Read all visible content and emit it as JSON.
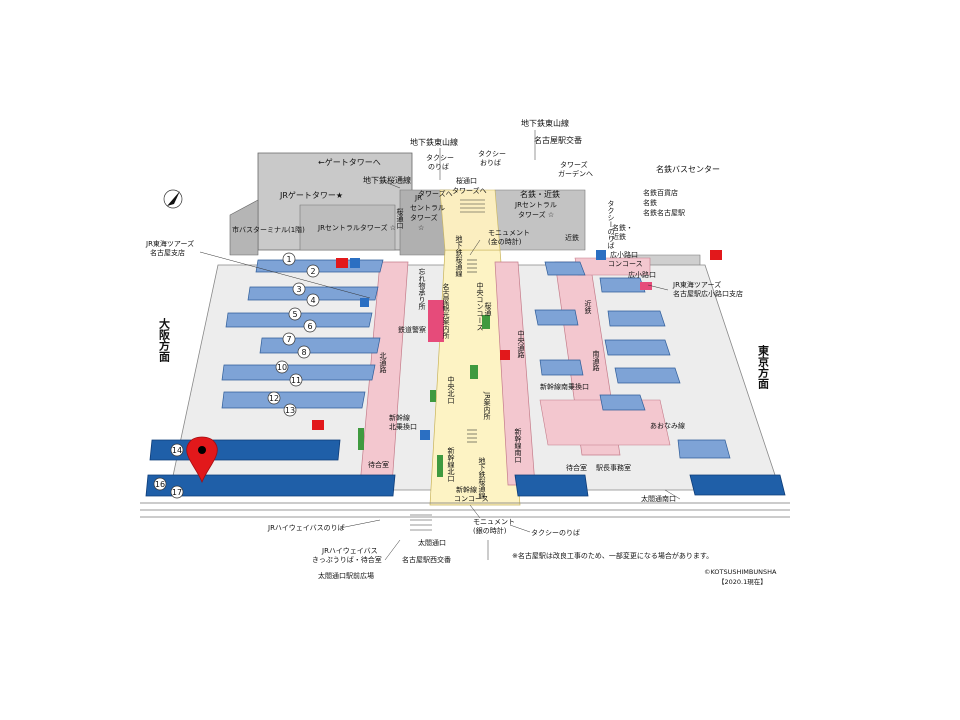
{
  "directions": {
    "west": "大阪方面",
    "east": "東京方面"
  },
  "platforms": [
    "1",
    "2",
    "3",
    "4",
    "5",
    "6",
    "7",
    "8",
    "10",
    "11",
    "12",
    "13",
    "14",
    "16",
    "17"
  ],
  "labels": {
    "gate_tower_arrow": "←ゲートタワーへ",
    "jr_gate_tower": "JRゲートタワー★",
    "bus_terminal": "市バスターミナル(1階)",
    "jr_central_towers_left": "JRセントラルタワーズ ☆",
    "jr_central_towers_mid_1": "JR",
    "jr_central_towers_mid_2": "セントラル",
    "jr_central_towers_mid_3": "タワーズ",
    "jr_central_towers_mid_4": "☆",
    "jr_central_towers_right_1": "JRセントラル",
    "jr_central_towers_right_2": "タワーズ ☆",
    "subway_higashiyama_left": "地下鉄東山線",
    "subway_higashiyama_right": "地下鉄東山線",
    "taxi_stand_top_1": "タクシー",
    "taxi_stand_top_2": "のりば",
    "taxi_dropoff_1": "タクシー",
    "taxi_dropoff_2": "おりば",
    "police_box_top": "名古屋駅交番",
    "towers_garden_1": "タワーズ",
    "towers_garden_2": "ガーデンへ",
    "subway_sakuradori_top": "地下鉄桜通線",
    "sakuradori_exit_1": "桜通口",
    "sakuradori_exit_2": "タワーズへ",
    "towers_small": "タワーズへ",
    "meitetsu_kintetsu_top": "名鉄・近鉄",
    "monument_gold_1": "モニュメント",
    "monument_gold_2": "(金の時計)",
    "taxi_stand_right_1": "タクシーのりば",
    "meitetsu_bus_center": "名鉄バスセンター",
    "meitetsu_dept_1": "名鉄百貨店",
    "meitetsu_dept_2": "名鉄",
    "meitetsu_dept_3": "名鉄名古屋駅",
    "meitetsu_kintetsu_mid_1": "名鉄・",
    "meitetsu_kintetsu_mid_2": "近鉄",
    "kintetsu": "近鉄",
    "hirokoji_concourse_1": "広小路口",
    "hirokoji_concourse_2": "コンコース",
    "hirokoji_exit": "広小路口",
    "jr_tours_hirokoji_1": "JR東海ツアーズ",
    "jr_tours_hirokoji_2": "名古屋駅広小路口支店",
    "jr_tours_nagoya_1": "JR東海ツアーズ",
    "jr_tours_nagoya_2": "名古屋支店",
    "sakuradori_1": "桜通口",
    "subway_sakuradori_mid": "地下鉄桜通線",
    "lost_items": "忘れ物承り所",
    "tourist_info": "名古屋観光案内所",
    "central_concourse": "中央コンコース",
    "sakura_passage": "桜通",
    "railway_police": "鉄道警察",
    "north_passage": "北通路",
    "central_north_exit": "中央北口",
    "jr_info": "JR案内所",
    "central_passage": "中央通路",
    "kintetsu_right": "近鉄",
    "south_passage": "南通路",
    "shinkansen_south_transfer": "新幹線南乗換口",
    "shinkansen_north_transfer_1": "新幹線",
    "shinkansen_north_transfer_2": "北乗換口",
    "shinkansen_north_exit": "新幹線北口",
    "subway_sakuradori_bottom": "地下鉄桜通線",
    "shinkansen_south_exit": "新幹線南口",
    "aonami_line": "あおなみ線",
    "waiting_room_left": "待合室",
    "waiting_room_right": "待合室",
    "station_office": "駅長事務室",
    "shinkansen_concourse_1": "新幹線",
    "shinkansen_concourse_2": "コンコース",
    "taiko_south_exit": "太閤通南口",
    "monument_silver_1": "モニュメント",
    "monument_silver_2": "(銀の時計)",
    "taxi_stand_bottom": "タクシーのりば",
    "jr_highway_bus": "JRハイウェイバスのりば",
    "jr_highway_bus_ticket_1": "JRハイウェイバス",
    "jr_highway_bus_ticket_2": "きっぷうりば・待合室",
    "police_west": "名古屋駅西交番",
    "taiko_exit": "太閤通口",
    "taiko_plaza": "太閤通口駅前広場",
    "notice": "※名古屋駅は改良工事のため、一部変更になる場合があります。",
    "copyright": "©KOTSUSHIMBUNSHA",
    "date": "【2020.1現在】"
  },
  "colors": {
    "platform": "#7ea3d6",
    "platform_dark": "#1f5fa8",
    "concourse": "#f3c7cf",
    "passage": "#fdf3c4",
    "building": "#c7c7c7",
    "building_dark": "#a9a9a9",
    "marker": "#e2181b",
    "green": "#3f9a3f",
    "shop": "#e64b7a"
  },
  "icons": [
    "north-arrow-icon",
    "location-pin-icon",
    "restroom-icon",
    "elevator-icon",
    "wheelchair-icon",
    "escalator-icon",
    "bus-icon"
  ]
}
